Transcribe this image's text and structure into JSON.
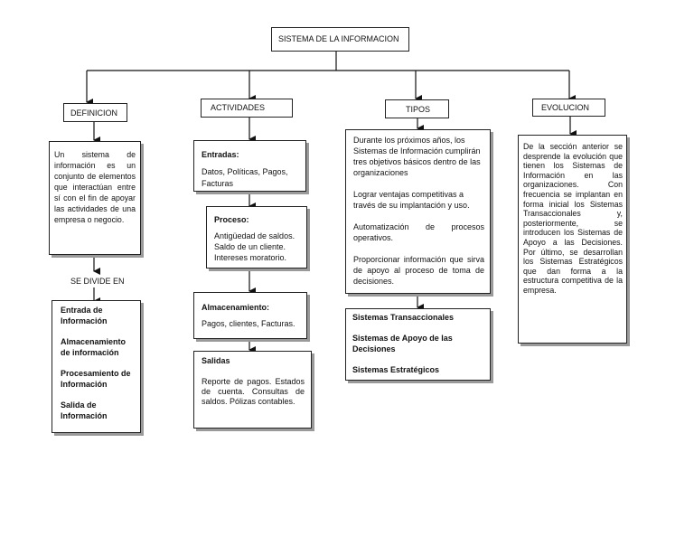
{
  "root": {
    "title": "SISTEMA DE LA INFORMACION"
  },
  "definicion": {
    "header": "DEFINICION",
    "text": "Un sistema de información es un conjunto de elementos que interactúan entre sí con el fin de apoyar las actividades de una empresa o negocio.",
    "divide_label": "SE DIVIDE EN",
    "items": [
      "Entrada de Información",
      "Almacenamiento de información",
      "Procesamiento de Información",
      "Salida de Información"
    ]
  },
  "actividades": {
    "header": "ACTIVIDADES",
    "entradas": {
      "title": "Entradas:",
      "text": "Datos, Políticas, Pagos, Facturas"
    },
    "proceso": {
      "title": "Proceso:",
      "lines": [
        "Antigüedad de saldos.",
        "Saldo de un cliente.",
        "Intereses moratorio."
      ]
    },
    "almacenamiento": {
      "title": "Almacenamiento:",
      "text": "Pagos, clientes, Facturas."
    },
    "salidas": {
      "title": "Salidas",
      "text": "Reporte de pagos. Estados de cuenta. Consultas de saldos. Pólizas contables."
    }
  },
  "tipos": {
    "header": "TIPOS",
    "paragraphs": [
      "Durante los próximos años, los Sistemas de Información cumplirán tres objetivos básicos dentro de las organizaciones",
      "Lograr ventajas competitivas a través de su implantación y uso.",
      "Automatización de procesos operativos.",
      "Proporcionar información que sirva de apoyo al proceso de toma de decisiones."
    ],
    "items": [
      "Sistemas Transaccionales",
      "Sistemas de Apoyo de las Decisiones",
      "Sistemas Estratégicos"
    ]
  },
  "evolucion": {
    "header": "EVOLUCION",
    "text": "De la sección anterior se desprende la evolución que tienen los Sistemas de Información en las organizaciones. Con frecuencia se implantan en forma inicial los Sistemas Transaccionales y, posteriormente, se introducen los Sistemas de Apoyo a las Decisiones. Por último, se desarrollan los Sistemas Estratégicos que dan forma a la estructura competitiva de la empresa."
  }
}
